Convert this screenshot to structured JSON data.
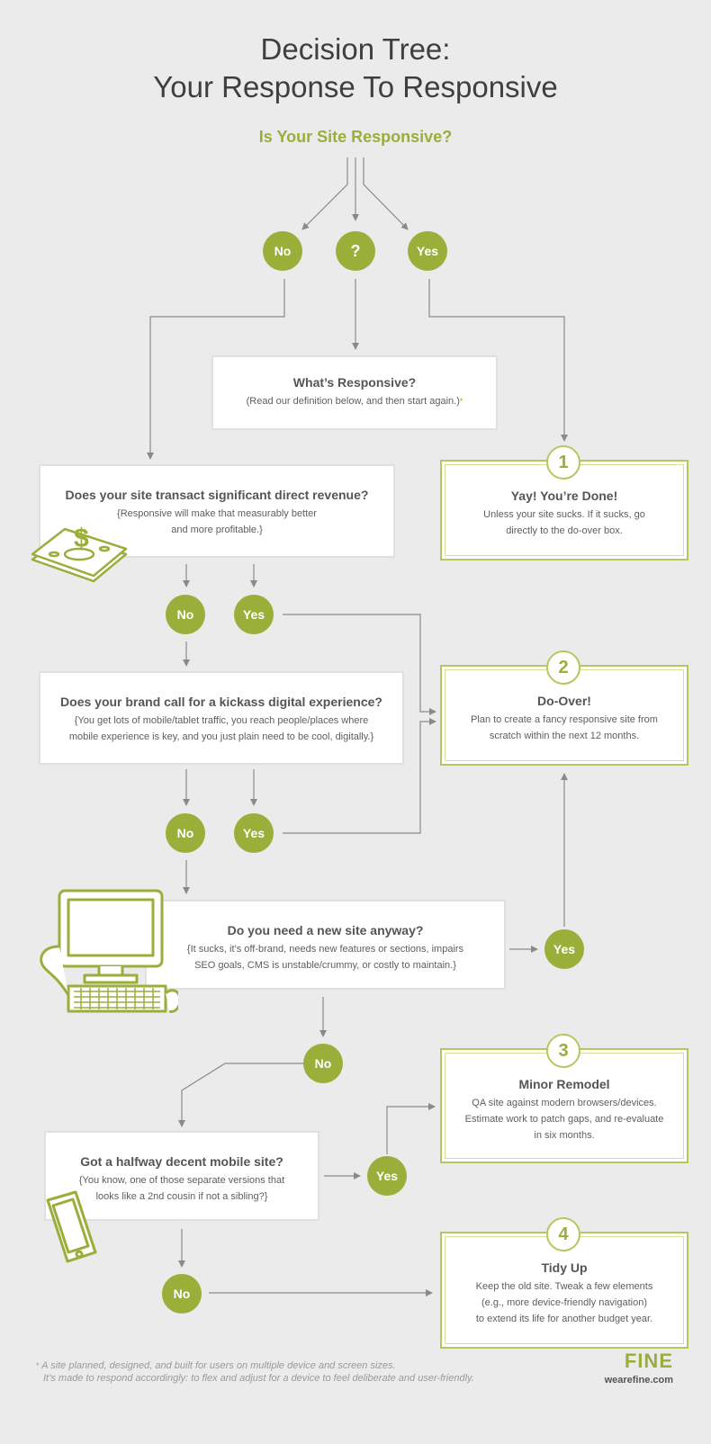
{
  "title": {
    "line1": "Decision Tree:",
    "line2": "Your Response To Responsive"
  },
  "main_question": "Is Your Site Responsive?",
  "circles": {
    "no_top": "No",
    "q_top": "?",
    "yes_top": "Yes",
    "no_revenue": "No",
    "yes_revenue": "Yes",
    "no_brand": "No",
    "yes_brand": "Yes",
    "yes_newsite": "Yes",
    "no_newsite": "No",
    "yes_mobile": "Yes",
    "no_mobile": "No"
  },
  "whats_responsive": {
    "title": "What’s Responsive?",
    "desc": "(Read our definition below, and then start again.)",
    "asterisk": "*"
  },
  "revenue": {
    "title": "Does your site transact significant direct revenue?",
    "desc1": "{Responsive will make that measurably better",
    "desc2": "and more profitable.}"
  },
  "brand_q": {
    "title": "Does your brand call for a kickass digital experience?",
    "desc1": "{You get lots of mobile/tablet traffic, you reach people/places where",
    "desc2": "mobile experience is key, and you just plain need to be cool, digitally.}"
  },
  "new_site": {
    "title": "Do you need a new site anyway?",
    "desc1": "{It sucks, it’s off-brand, needs new features or sections, impairs",
    "desc2": "SEO goals, CMS is unstable/crummy, or costly to maintain.}"
  },
  "mobile_site": {
    "title": "Got a halfway decent mobile site?",
    "desc1": "{You know, one of those separate versions that",
    "desc2": "looks like a 2nd cousin if not a sibling?}"
  },
  "outcomes": [
    {
      "num": "1",
      "title": "Yay! You’re Done!",
      "desc1": "Unless your site sucks. If it sucks, go",
      "desc2": "directly to the do-over box.",
      "desc3": ""
    },
    {
      "num": "2",
      "title": "Do-Over!",
      "desc1": "Plan to create a fancy responsive site from",
      "desc2": "scratch within the next 12 months.",
      "desc3": ""
    },
    {
      "num": "3",
      "title": "Minor Remodel",
      "desc1": "QA site against modern browsers/devices.",
      "desc2": "Estimate work to patch gaps, and re-evaluate",
      "desc3": "in six months."
    },
    {
      "num": "4",
      "title": "Tidy Up",
      "desc1": "Keep the old site. Tweak a few elements",
      "desc2": "(e.g., more device-friendly navigation)",
      "desc3": "to extend its life for another budget year."
    }
  ],
  "footnote": {
    "asterisk": "*",
    "line1": "A site planned, designed, and built for users on multiple device and screen sizes.",
    "line2": "It’s made to respond accordingly: to flex and adjust for a device to feel deliberate and user-friendly."
  },
  "brand": {
    "logo": "FINE",
    "url": "wearefine.com"
  },
  "colors": {
    "accent": "#99af3a",
    "background": "#ebebeb",
    "arrow": "#8a8a8a"
  },
  "icons": [
    "money-icon",
    "computer-icon",
    "phone-icon"
  ]
}
